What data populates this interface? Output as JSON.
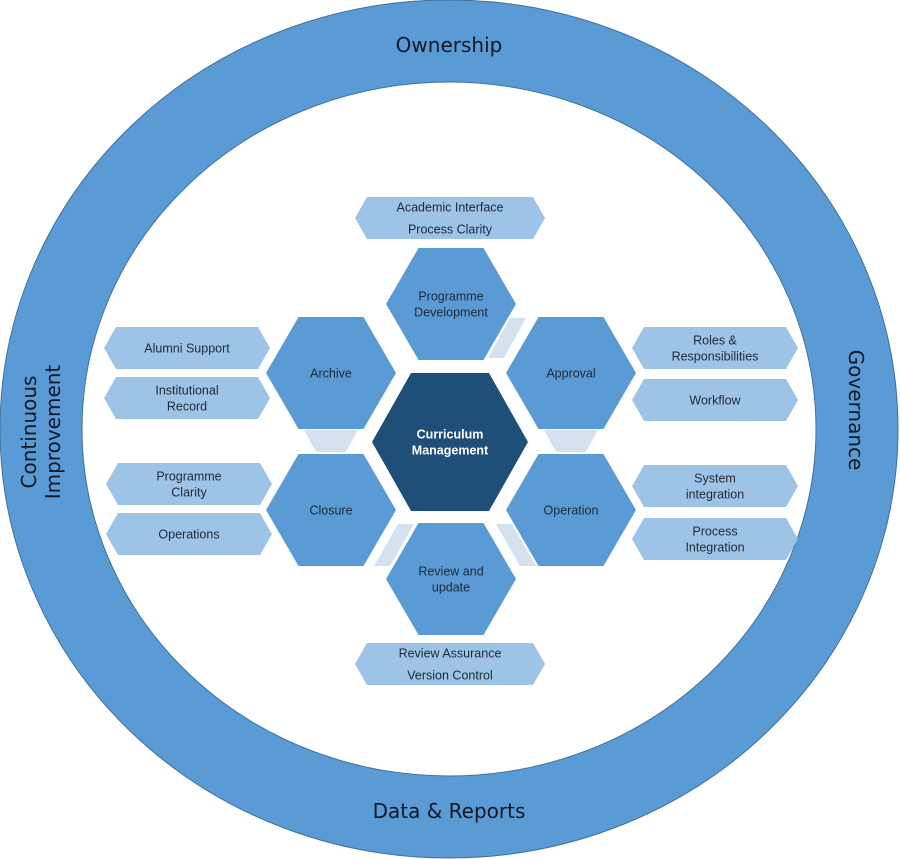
{
  "title": "Curriculum Management",
  "colors": {
    "ring": "#5b9bd5",
    "ring_stroke": "#41719c",
    "hex": "#5b9bd5",
    "center_hex": "#1f4e79",
    "tag": "#9dc3e6",
    "connector": "#d6e1ef"
  },
  "ring": {
    "top": "Ownership",
    "right": "Governance",
    "bottom": "Data & Reports",
    "left": [
      "Continuous",
      "Improvement"
    ]
  },
  "center": {
    "lines": [
      "Curriculum",
      "Management"
    ]
  },
  "stages": [
    {
      "id": "programme-development",
      "lines": [
        "Programme",
        "Development"
      ]
    },
    {
      "id": "approval",
      "lines": [
        "Approval"
      ]
    },
    {
      "id": "operation",
      "lines": [
        "Operation"
      ]
    },
    {
      "id": "review-and-update",
      "lines": [
        "Review and",
        "update"
      ]
    },
    {
      "id": "closure",
      "lines": [
        "Closure"
      ]
    },
    {
      "id": "archive",
      "lines": [
        "Archive"
      ]
    }
  ],
  "tags": {
    "top": [
      [
        "Academic Interface",
        "Process Clarity"
      ]
    ],
    "approval": [
      [
        "Roles &",
        "Responsibilities"
      ],
      [
        "Workflow"
      ]
    ],
    "operation": [
      [
        "System",
        "integration"
      ],
      [
        "Process",
        "Integration"
      ]
    ],
    "bottom": [
      [
        "Review Assurance",
        "Version Control"
      ]
    ],
    "closure": [
      [
        "Programme",
        "Clarity"
      ],
      [
        "Operations"
      ]
    ],
    "archive": [
      [
        "Alumni Support"
      ],
      [
        "Institutional",
        "Record"
      ]
    ]
  }
}
